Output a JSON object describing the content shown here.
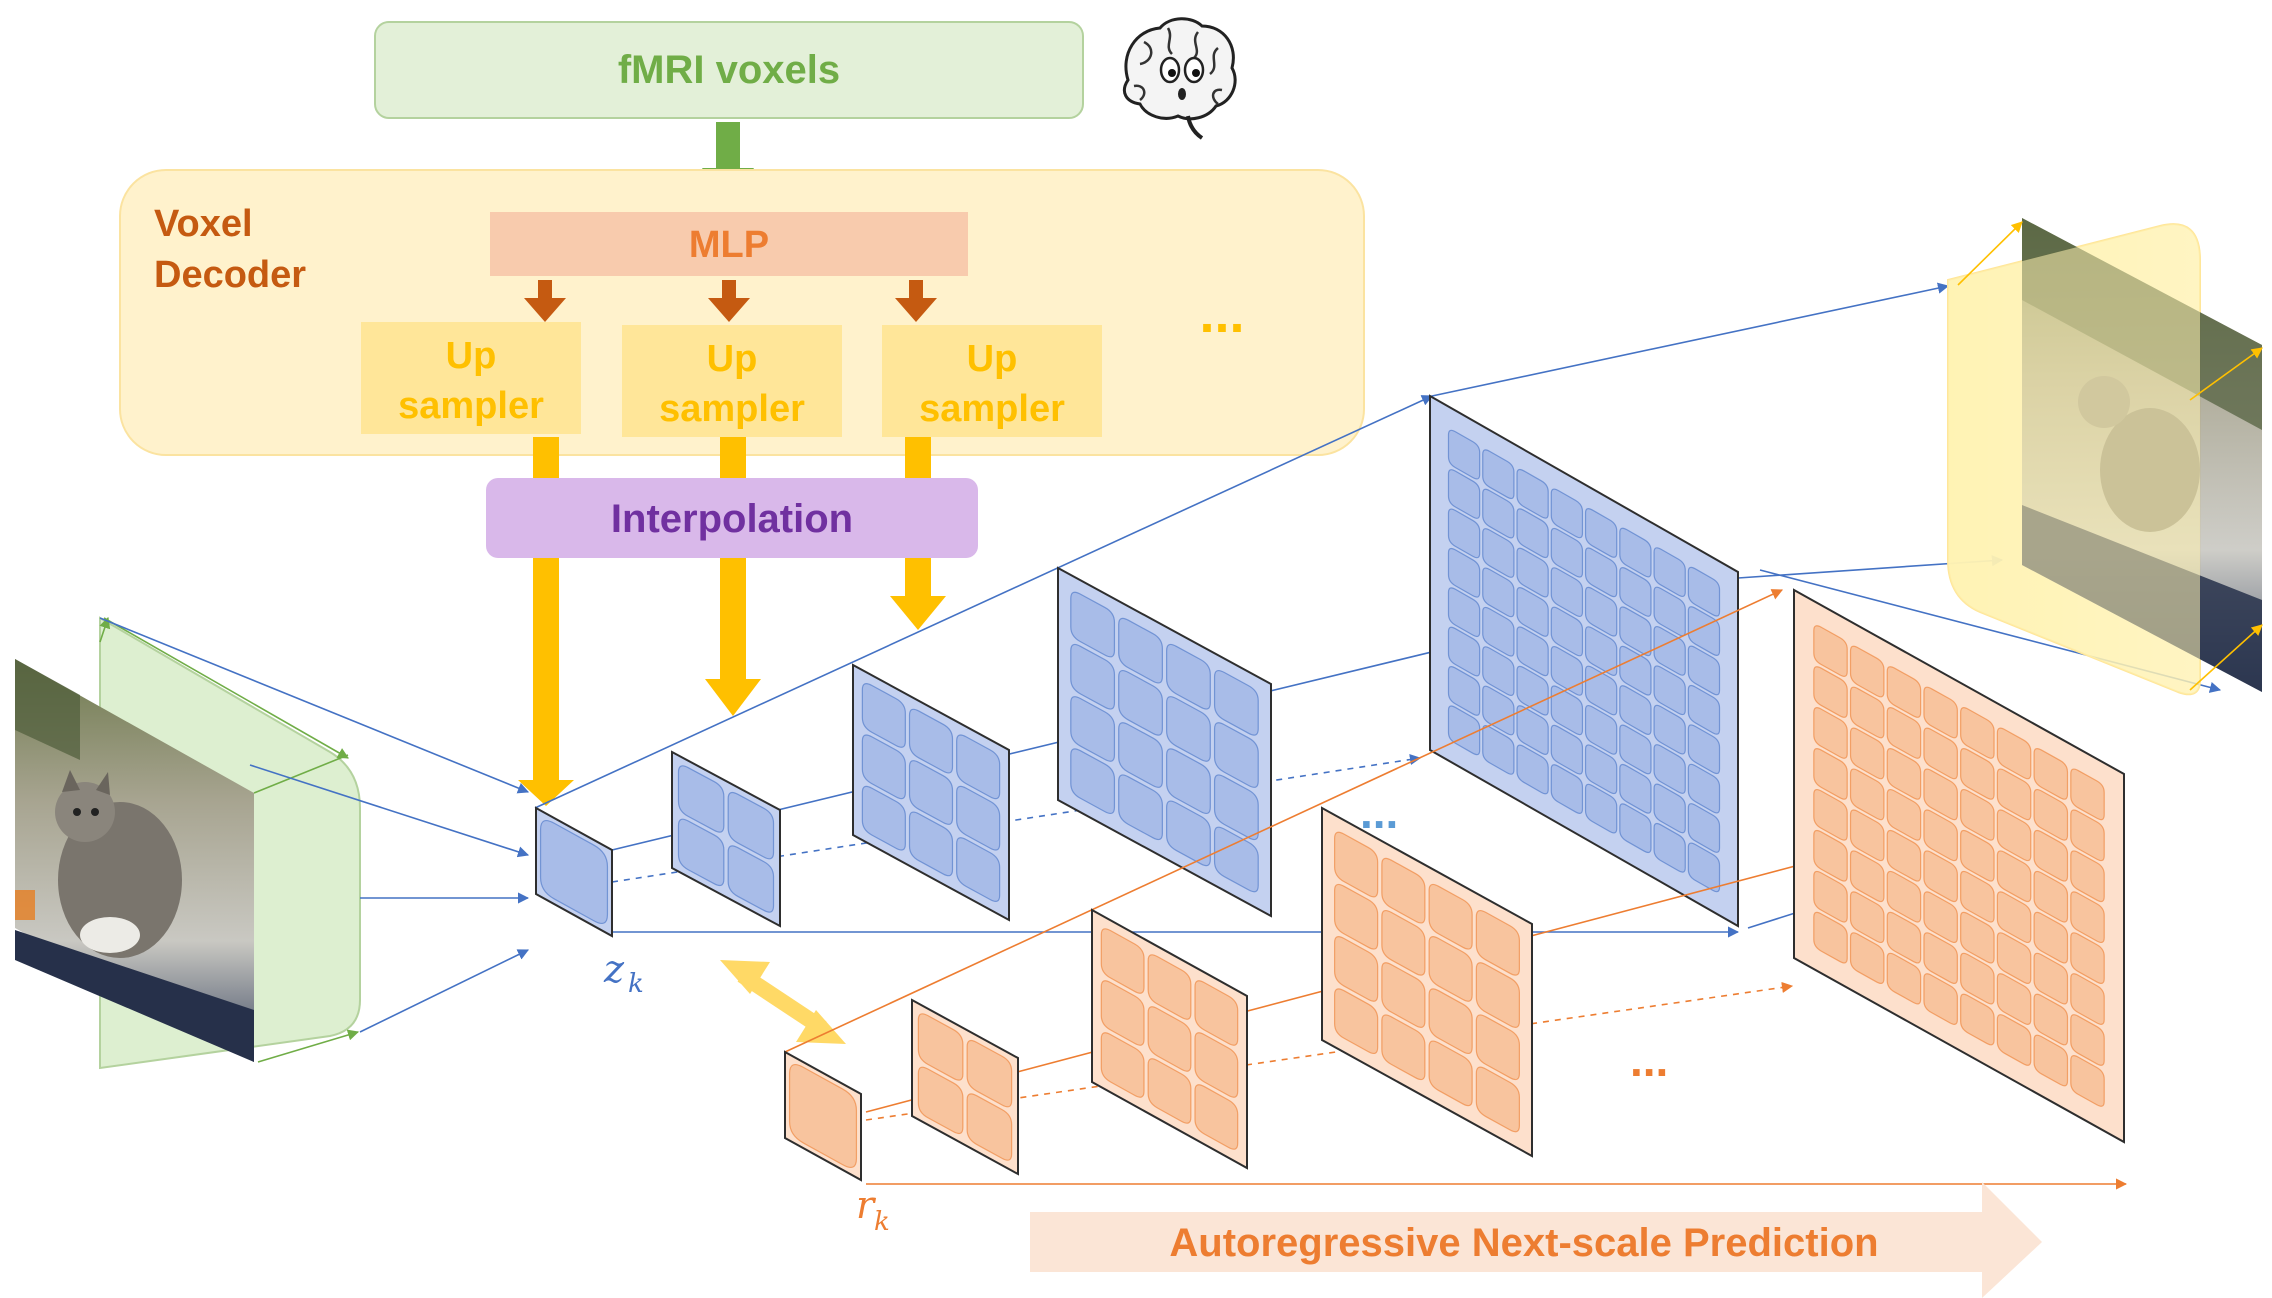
{
  "fmri_box": {
    "label": "fMRI voxels"
  },
  "voxel_decoder": {
    "title_line1": "Voxel",
    "title_line2": "Decoder",
    "mlp_label": "MLP",
    "upsamplers": [
      {
        "line1": "Up",
        "line2": "sampler"
      },
      {
        "line1": "Up",
        "line2": "sampler"
      },
      {
        "line1": "Up",
        "line2": "sampler"
      }
    ],
    "ellipsis": "..."
  },
  "interpolation": {
    "label": "Interpolation"
  },
  "symbols": {
    "z_main": "z",
    "z_sub": "k",
    "r_main": "r",
    "r_sub": "k"
  },
  "ellipses": {
    "blue": "...",
    "orange": "..."
  },
  "bottom_arrow": {
    "label": "Autoregressive Next-scale Prediction"
  },
  "colors": {
    "fmri_fill": "#e3f0d8",
    "fmri_stroke": "#b4d29e",
    "fmri_text": "#70ad47",
    "decoder_fill": "#fff2cc",
    "decoder_stroke": "#fbe3a0",
    "decoder_text": "#c55a11",
    "mlp_fill": "#f8cbad",
    "mlp_text": "#ed7d31",
    "upsampler_fill": "#ffe699",
    "upsampler_text": "#ffc000",
    "interp_fill": "#d9b8ea",
    "interp_text": "#7030a0",
    "blue_tile": "#c4d1f0",
    "blue_cell": "#a8bce8",
    "blue_edge": "#4472c4",
    "orange_tile": "#fde0cc",
    "orange_cell": "#f8c49e",
    "orange_edge": "#ed7d31",
    "gold_arrow": "#ffc000",
    "green_arrow": "#70ad47",
    "rust_arrow": "#c55a11",
    "bottom_arrow_fill": "#fbe5d6",
    "bottom_arrow_text": "#ed7d31"
  },
  "icons": {
    "brain": "brain-icon",
    "input_image": "cat-photo-icon",
    "output_image": "cat-photo-icon"
  }
}
